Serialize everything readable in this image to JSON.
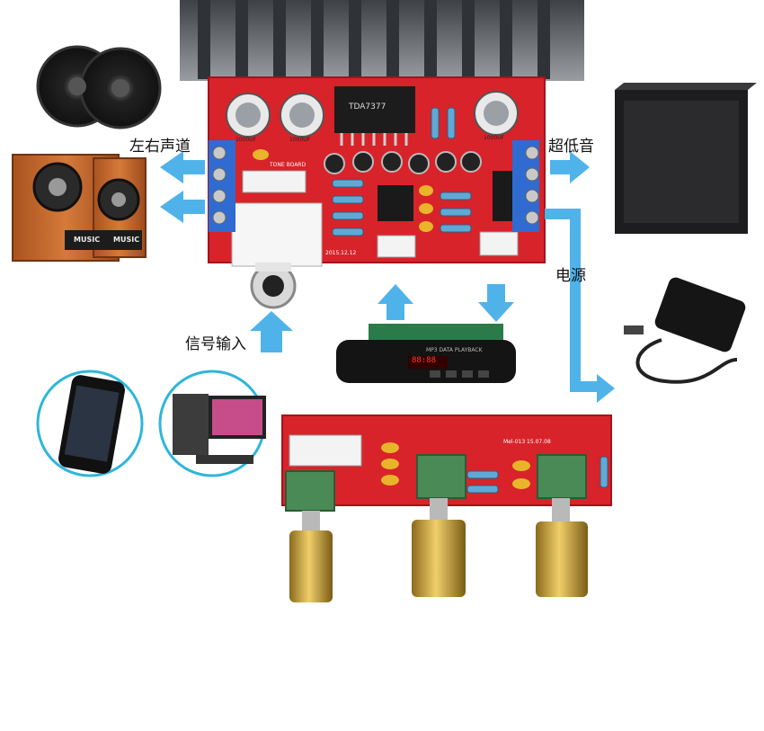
{
  "labels": {
    "lr_channel": "左右声道",
    "subwoofer": "超低音",
    "power": "电源",
    "signal_input": "信号输入"
  },
  "board_print": {
    "chip": "TDA7377",
    "cap_left": "1000UF",
    "cap_mid": "1000UF",
    "cap_right": "1000UF",
    "tone_board": "TONE BOARD",
    "version": "2015.12.12",
    "tone_version": "Mel-013  15.07.08"
  },
  "mp3_module": {
    "display": "88:88",
    "caption": "MP3 DATA PLAYBACK"
  },
  "speaker_box": {
    "badge_left": "MUSIC",
    "badge_right": "MUSIC"
  },
  "colors": {
    "arrow": "#4fb3ea",
    "pcb_red": "#d8232a",
    "terminal_blue": "#2f6bd1",
    "heatsink": "#6b6e73",
    "wood": "#c0652a",
    "knob_gold": "#c9a23a"
  }
}
